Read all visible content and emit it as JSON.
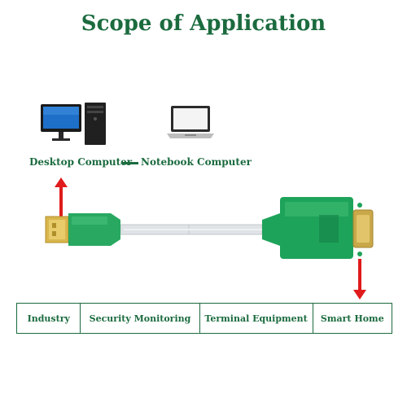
{
  "title": "Scope of Application",
  "devices": [
    {
      "label": "Desktop Computer",
      "icon": "desktop-computer-icon"
    },
    {
      "label": "Notebook Computer",
      "icon": "laptop-icon"
    }
  ],
  "applications": [
    "Industry",
    "Security Monitoring",
    "Terminal Equipment",
    "Smart Home"
  ],
  "colors": {
    "accent": "#1b6b3f",
    "arrow": "#e01b1b",
    "connector": "#1ea35a"
  }
}
